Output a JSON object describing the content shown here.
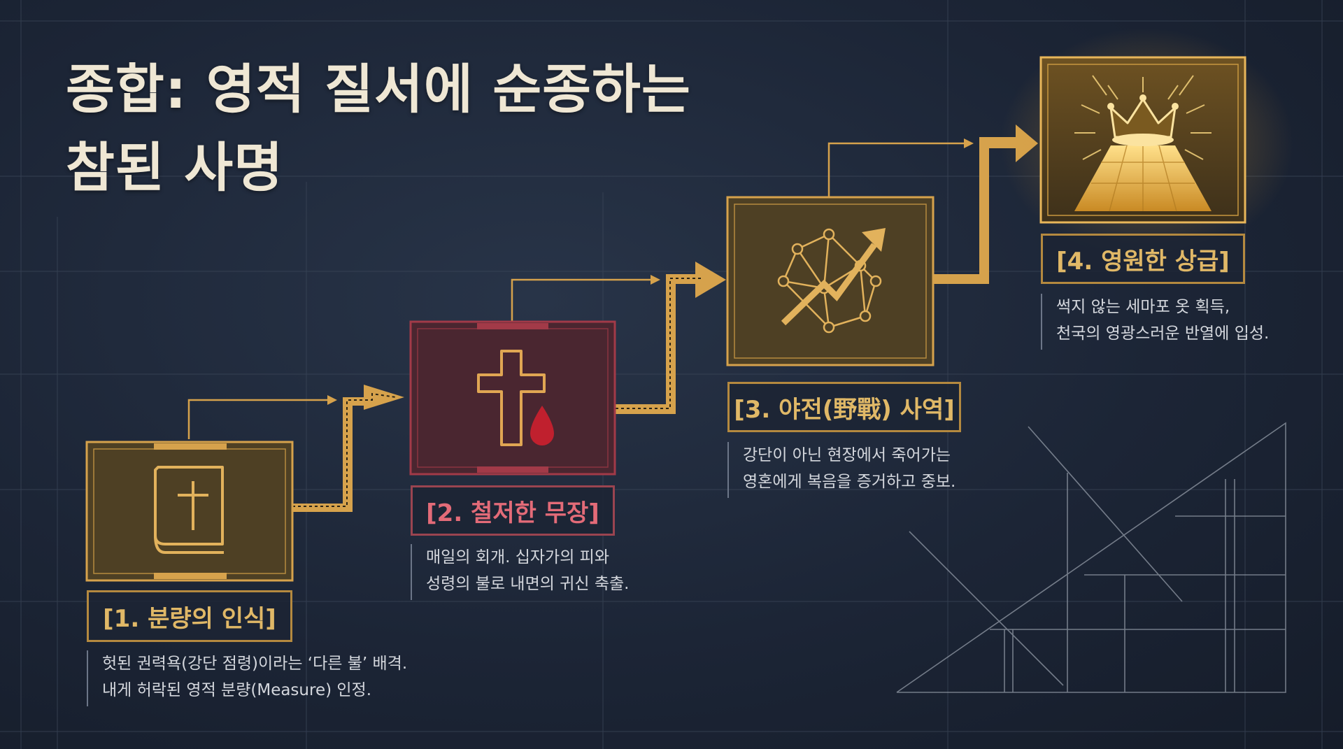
{
  "title": {
    "line1": "종합: 영적 질서에 순종하는",
    "line2": "참된 사명"
  },
  "steps": [
    {
      "label": "[1. 분량의 인식]",
      "icon": "bible-icon",
      "desc": [
        "헛된 권력욕(강단 점령)이라는 ‘다른 불’ 배격.",
        "내게 허락된 영적 분량(Measure) 인정."
      ]
    },
    {
      "label": "[2. 철저한 무장]",
      "icon": "cross-blood-icon",
      "desc": [
        "매일의 회개. 십자가의 피와",
        "성령의 불로 내면의 귀신 축출."
      ]
    },
    {
      "label": "[3. 야전(野戰) 사역]",
      "icon": "network-arrow-icon",
      "desc": [
        "강단이 아닌 현장에서 죽어가는",
        "영혼에게 복음을 증거하고 중보."
      ]
    },
    {
      "label": "[4. 영원한 상급]",
      "icon": "crown-icon",
      "desc": [
        "썩지 않는 세마포 옷 획득,",
        "천국의 영광스러운 반열에 입성."
      ]
    }
  ],
  "colors": {
    "background": "#1c2536",
    "gold": "#d6a24c",
    "red": "#a23a48",
    "text": "#efe7d4"
  }
}
